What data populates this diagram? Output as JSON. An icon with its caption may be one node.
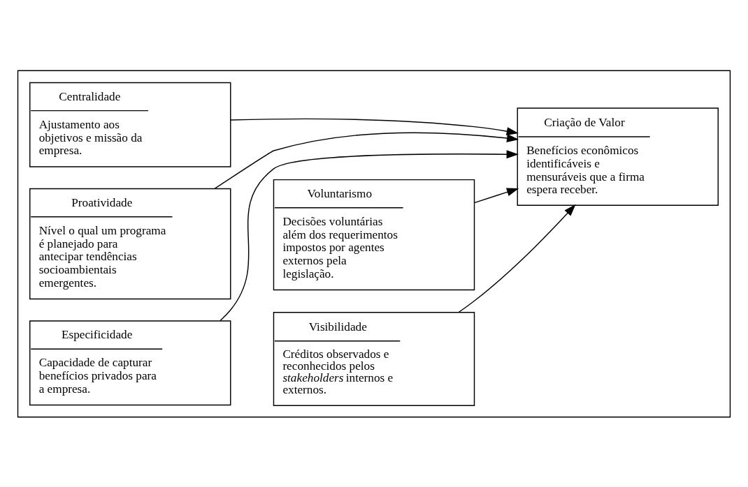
{
  "diagram": {
    "nodes": [
      {
        "text": [],
        "shape": "box"
      },
      {
        "text": [
          "Centralidade",
          "Ajustamento aos objetivos e missão da empresa."
        ],
        "in": 0
      },
      {
        "text": [
          "Proatividade",
          "Nível o qual um programa é planejado para antecipar tendências socioambientais emergentes."
        ],
        "in": 0
      },
      {
        "text": [
          "Especificidade",
          "Capacidade de capturar benefícios privados para a empresa."
        ],
        "in": 0
      },
      {
        "text": [
          "Voluntarismo",
          "Decisões voluntárias além dos requerimentos impostos por agentes externos pela legislação."
        ],
        "in": 0
      },
      {
        "text": [
          "Visibilidade",
          "Créditos observados e reconhecidos pelos *stakeholders* internos e externos."
        ],
        "in": 0
      },
      {
        "text": [
          "Criação de Valor",
          "Benefícios econômicos identificáveis e mensuráveis que a firma espera receber."
        ],
        "in": 0
      }
    ],
    "edges": [
      {
        "from": 1,
        "to": 6,
        "arrow": "to"
      },
      {
        "from": 2,
        "to": 6,
        "arrow": "to"
      },
      {
        "from": 3,
        "to": 6,
        "arrow": "to"
      },
      {
        "from": 4,
        "to": 6,
        "arrow": "to"
      },
      {
        "from": 5,
        "to": 6,
        "arrow": "to"
      }
    ]
  }
}
